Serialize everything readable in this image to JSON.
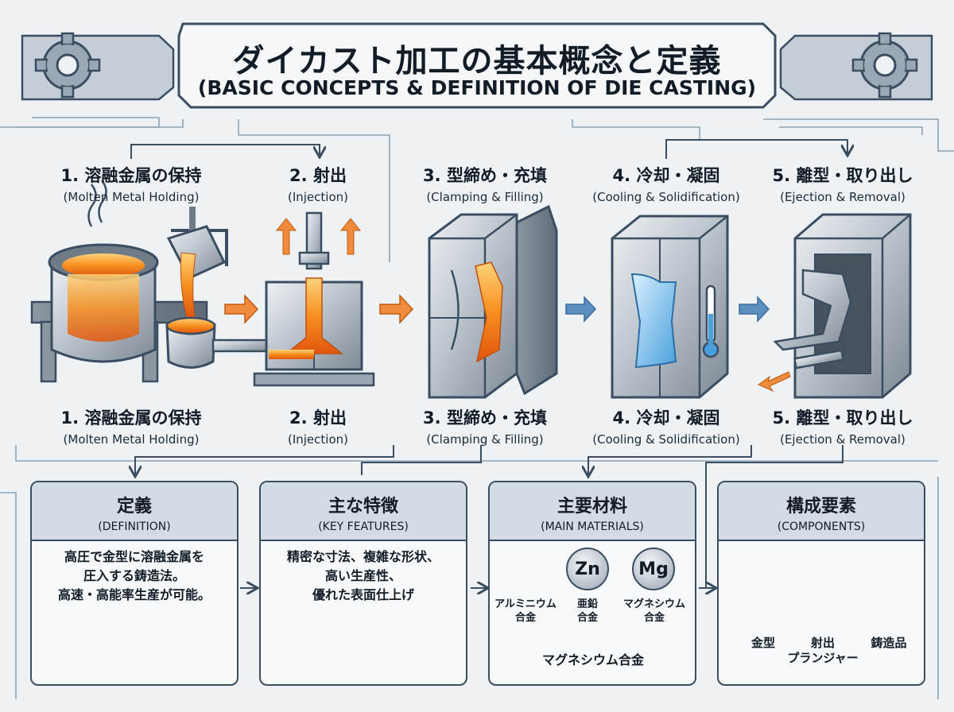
{
  "title": {
    "jp": "ダイカスト加工の基本概念と定義",
    "en": "(BASIC CONCEPTS & DEFINITION OF DIE CASTING)"
  },
  "steps_top": [
    {
      "jp": "1. 溶融金属の保持",
      "en": "(Molten Metal Holding)"
    },
    {
      "jp": "2. 射出",
      "en": "(Injection)"
    },
    {
      "jp": "3. 型締め・充填",
      "en": "(Clamping & Filling)"
    },
    {
      "jp": "4. 冷却・凝固",
      "en": "(Cooling & Solidification)"
    },
    {
      "jp": "5. 離型・取り出し",
      "en": "(Ejection & Removal)"
    }
  ],
  "steps_bottom": [
    {
      "jp": "1. 溶融金属の保持",
      "en": "(Molten Metal Holding)"
    },
    {
      "jp": "2. 射出",
      "en": "(Injection)"
    },
    {
      "jp": "3. 型締め・充填",
      "en": "(Clamping & Filling)"
    },
    {
      "jp": "4. 冷却・凝固",
      "en": "(Cooling & Solidification)"
    },
    {
      "jp": "5. 離型・取り出し",
      "en": "(Ejection & Removal)"
    }
  ],
  "panels": {
    "definition": {
      "jp": "定義",
      "en": "(DEFINITION)",
      "lines": [
        "高圧で金型に溶融金属を",
        "圧入する鋳造法。",
        "高速・高能率生産が可能。"
      ]
    },
    "features": {
      "jp": "主な特徴",
      "en": "(KEY FEATURES)",
      "lines": [
        "精密な寸法、複雑な形状、",
        "高い生産性、",
        "優れた表面仕上げ"
      ]
    },
    "materials": {
      "jp": "主要材料",
      "en": "(MAIN MATERIALS)",
      "items": [
        {
          "badge": "",
          "label1": "アルミニウム",
          "label2": "合金"
        },
        {
          "badge": "Zn",
          "label1": "亜鉛",
          "label2": "合金"
        },
        {
          "badge": "Mg",
          "label1": "マグネシウム",
          "label2": "合金"
        }
      ],
      "footer": "マグネシウム合金"
    },
    "components": {
      "jp": "構成要素",
      "en": "(COMPONENTS)",
      "items": [
        {
          "label1": "金型",
          "label2": ""
        },
        {
          "label1": "射出",
          "label2": "プランジャー"
        },
        {
          "label1": "鋳造品",
          "label2": ""
        }
      ]
    }
  },
  "icons": [
    "gear-icon",
    "arrow-icon",
    "furnace-icon",
    "ladle-icon",
    "plunger-icon",
    "die-icon",
    "thermometer-icon",
    "casting-part-icon",
    "ruler-icon",
    "list-icon",
    "chart-icon"
  ],
  "colors": {
    "molten": "#f07a1e",
    "accent_arrow": "#f08a3c",
    "cool": "#5aa9e0",
    "steel": "#aab4be",
    "ink": "#3b4e61",
    "header": "#d3dce4"
  }
}
